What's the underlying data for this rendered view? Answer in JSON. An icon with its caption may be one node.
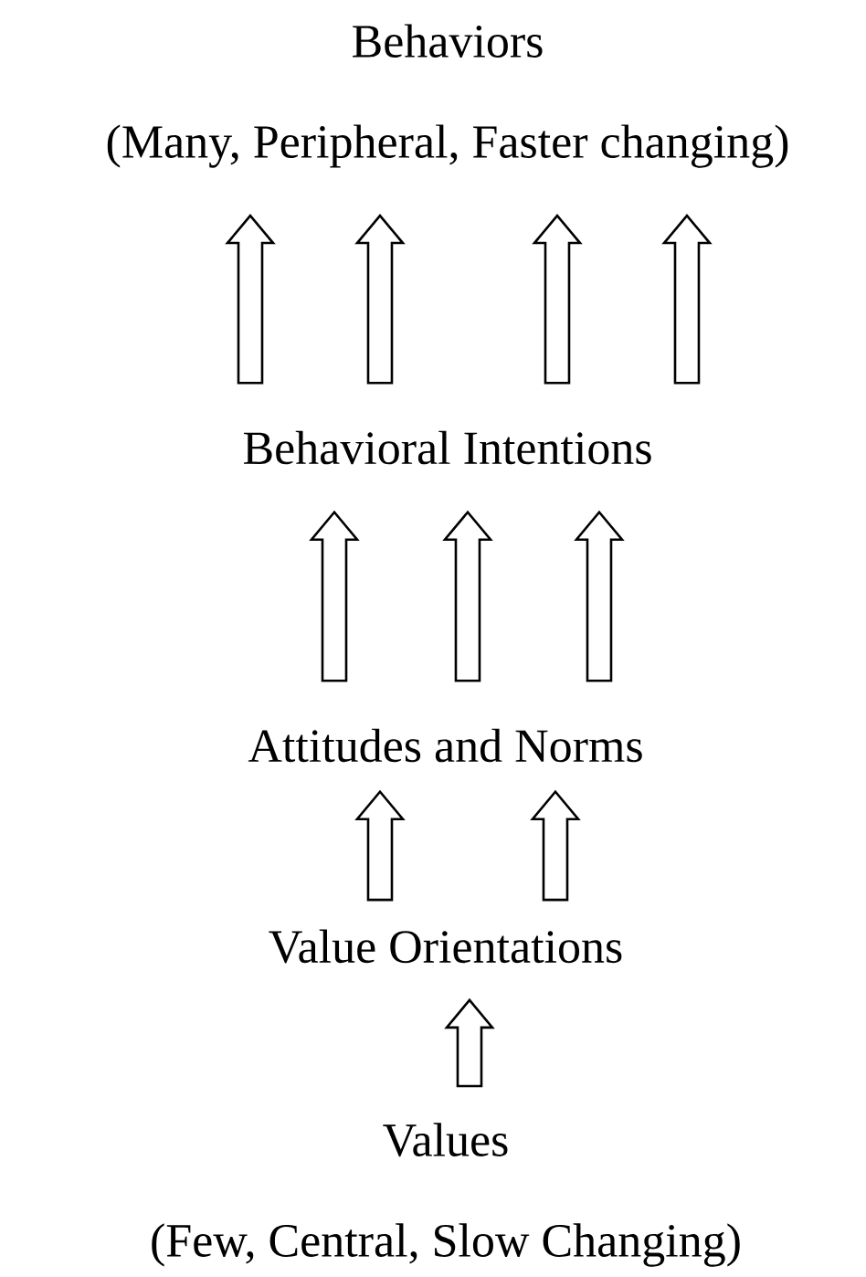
{
  "diagram": {
    "nodes": [
      {
        "text": [
          "Behaviors",
          "(Many, Peripheral, Faster changing)"
        ]
      },
      {
        "text": [
          "Behavioral Intentions"
        ]
      },
      {
        "text": [
          "Attitudes and Norms"
        ]
      },
      {
        "text": [
          "Value Orientations"
        ]
      },
      {
        "text": [
          "Values",
          "(Few, Central, Slow Changing)"
        ]
      }
    ],
    "edges": [
      {
        "from": 1,
        "to": 0,
        "arrow": "to"
      },
      {
        "from": 1,
        "to": 0,
        "arrow": "to"
      },
      {
        "from": 1,
        "to": 0,
        "arrow": "to"
      },
      {
        "from": 1,
        "to": 0,
        "arrow": "to"
      },
      {
        "from": 2,
        "to": 1,
        "arrow": "to"
      },
      {
        "from": 2,
        "to": 1,
        "arrow": "to"
      },
      {
        "from": 2,
        "to": 1,
        "arrow": "to"
      },
      {
        "from": 3,
        "to": 2,
        "arrow": "to"
      },
      {
        "from": 3,
        "to": 2,
        "arrow": "to"
      },
      {
        "from": 4,
        "to": 3,
        "arrow": "to"
      }
    ]
  }
}
